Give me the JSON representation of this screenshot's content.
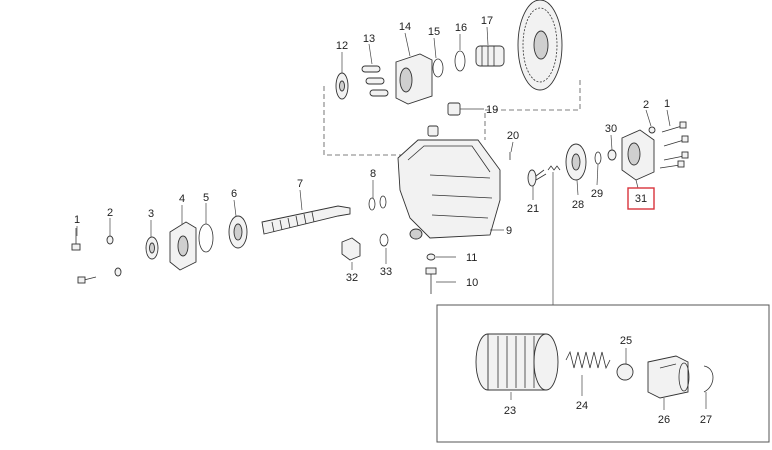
{
  "diagram": {
    "labels": {
      "p1a": "1",
      "p1b": "1",
      "p2a": "2",
      "p2b": "2",
      "p3": "3",
      "p4": "4",
      "p5": "5",
      "p6": "6",
      "p7": "7",
      "p8": "8",
      "p9": "9",
      "p10": "10",
      "p11": "11",
      "p12": "12",
      "p13": "13",
      "p14": "14",
      "p15": "15",
      "p16": "16",
      "p17": "17",
      "p19": "19",
      "p20": "20",
      "p21": "21",
      "p23": "23",
      "p24": "24",
      "p25": "25",
      "p26": "26",
      "p27": "27",
      "p28": "28",
      "p29": "29",
      "p30": "30",
      "p31": "31",
      "p32": "32",
      "p33": "33"
    },
    "highlighted_part": "31",
    "highlight_color": "#d9343c"
  }
}
